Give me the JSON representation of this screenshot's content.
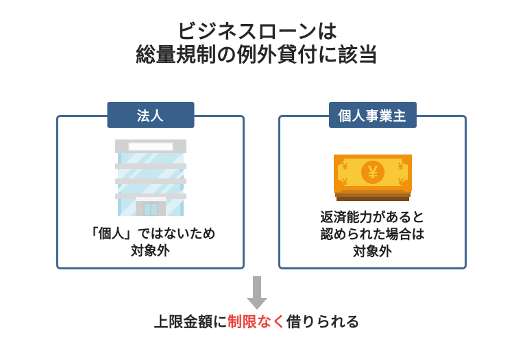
{
  "title": {
    "line1": "ビジネスローンは",
    "line2": "総量規制の例外貸付に該当"
  },
  "cards": [
    {
      "tab": "法人",
      "icon": "office-building-icon",
      "lines": [
        "「個人」ではないため",
        "対象外"
      ]
    },
    {
      "tab": "個人事業主",
      "icon": "yen-banknote-icon",
      "lines": [
        "返済能力があると",
        "認められた場合は",
        "対象外"
      ]
    }
  ],
  "conclusion": {
    "prefix": "上限金額に",
    "highlight": "制限なく",
    "suffix": "借りられる"
  },
  "currency_symbol": "¥",
  "colors": {
    "accent_blue_tab": "#38608A",
    "card_border_blue": "#3E6890",
    "body_text": "#262626",
    "highlight_red": "#E8423B",
    "arrow_gray": "#ACACAC",
    "building_gray": "#D2D2D2",
    "building_glass_blue": "#C5E7F0",
    "banknote_orange": "#F0920E",
    "banknote_yellow": "#F9C838"
  }
}
